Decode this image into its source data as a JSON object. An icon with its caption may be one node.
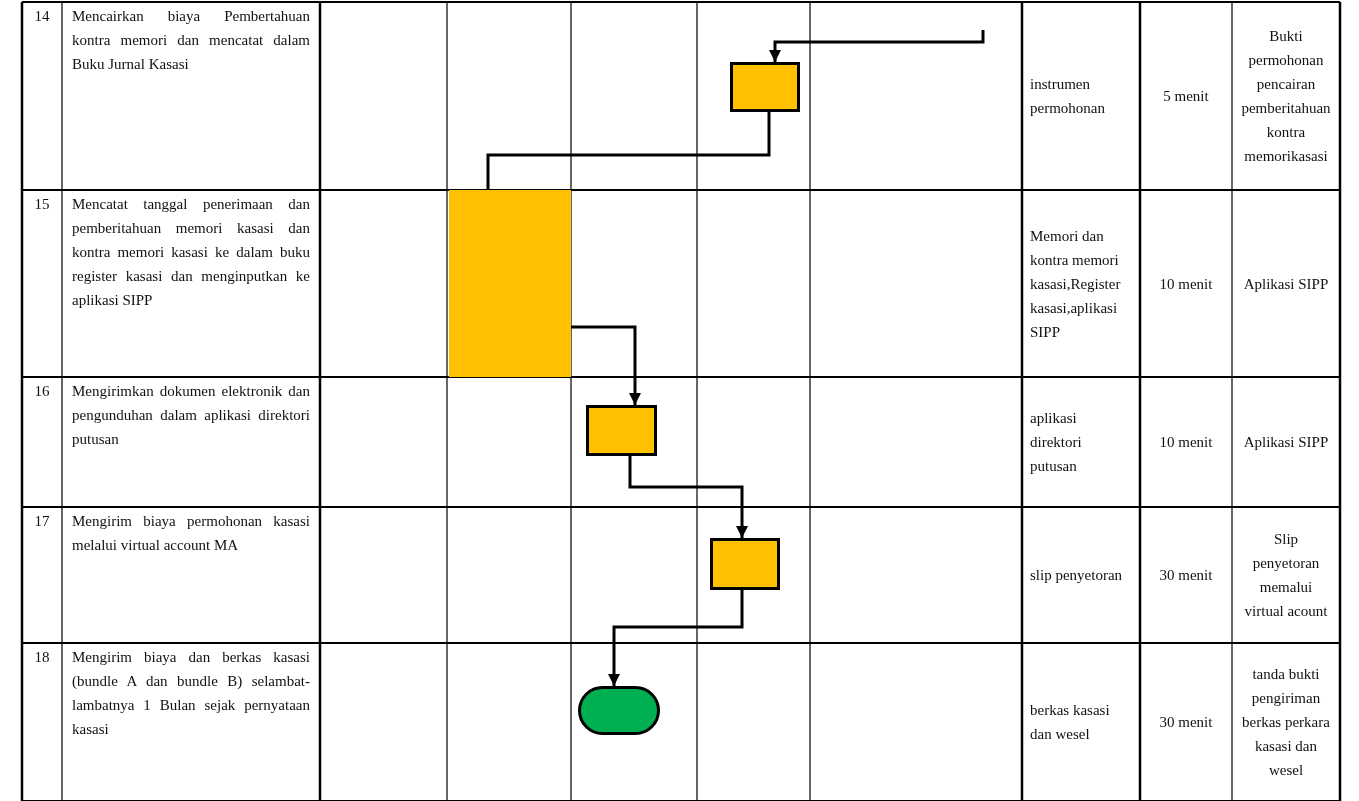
{
  "diagram": {
    "nodes": [
      {
        "text": [],
        "shape": "box"
      },
      {
        "text": [],
        "shape": "bar"
      },
      {
        "text": [],
        "shape": "box"
      },
      {
        "text": [],
        "shape": "box"
      },
      {
        "text": [],
        "shape": "oval"
      }
    ],
    "edges": [
      {
        "from": null,
        "to": 0,
        "arrow": "to"
      },
      {
        "from": 0,
        "to": 1,
        "arrow": "none"
      },
      {
        "from": 1,
        "to": 2,
        "arrow": "to"
      },
      {
        "from": 2,
        "to": 3,
        "arrow": "to"
      },
      {
        "from": 3,
        "to": 4,
        "arrow": "to"
      }
    ],
    "labels": [
      "14",
      "Mencairkan biaya Pembertahuan kontra memori dan mencatat dalam Buku Jurnal Kasasi",
      "instrumen permohonan",
      "5 menit",
      "Bukti permohonan pencairan pemberitahuan kontra memorikasasi",
      "15",
      "Mencatat tanggal penerimaan dan pemberitahuan memori kasasi dan kontra memori kasasi ke dalam buku register kasasi dan menginputkan ke aplikasi SIPP",
      "Memori dan kontra memori kasasi,Register kasasi,aplikasi SIPP",
      "10 menit",
      "Aplikasi SIPP",
      "16",
      "Mengirimkan dokumen elektronik dan pengunduhan dalam aplikasi direktori putusan",
      "aplikasi direktori putusan",
      "10 menit",
      "Aplikasi SIPP",
      "17",
      "Mengirim biaya permohonan kasasi melalui virtual account MA",
      "slip penyetoran",
      "30 menit",
      "Slip penyetoran memalui virtual acount",
      "18",
      "Mengirim biaya dan berkas kasasi (bundle A dan bundle B) selambat-lambatnya 1 Bulan sejak pernyataan kasasi",
      "berkas kasasi dan wesel",
      "30 menit",
      "tanda bukti pengiriman berkas perkara kasasi dan wesel"
    ]
  }
}
